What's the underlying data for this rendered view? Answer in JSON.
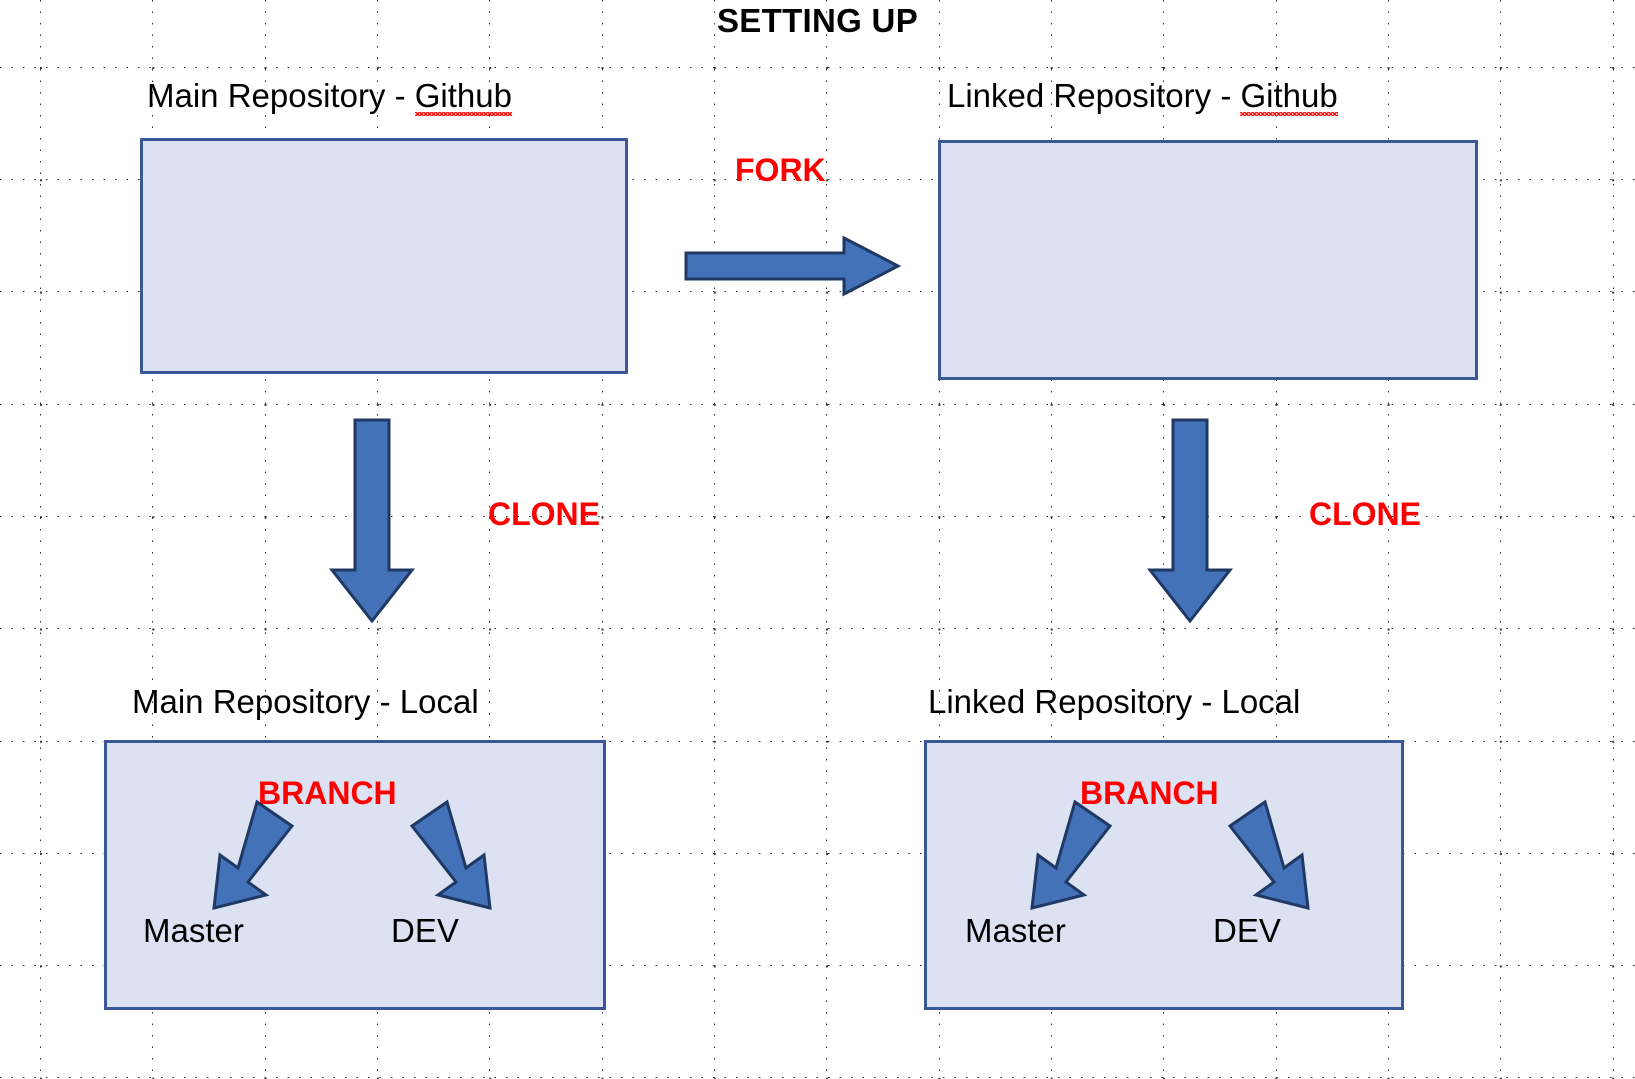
{
  "diagram": {
    "title": "SETTING UP",
    "type": "flow-diagram",
    "accent_blue_fill": "#4472b8",
    "accent_blue_stroke": "#1f3864",
    "box_fill": "#dce2f2",
    "box_stroke": "#3a5897",
    "label_red": "#ff0000",
    "text_black": "#000000"
  },
  "nodes": {
    "main_repo_github": {
      "caption_prefix": "Main Repository - ",
      "caption_suffix": "Github",
      "caption_full": "Main Repository - Github",
      "spellcheck_flag": true
    },
    "linked_repo_github": {
      "caption_prefix": "Linked Repository - ",
      "caption_suffix": "Github",
      "caption_full": "Linked Repository - Github",
      "spellcheck_flag": true
    },
    "main_repo_local": {
      "caption_full": "Main Repository - Local",
      "spellcheck_flag": false,
      "inner_label": "BRANCH",
      "branches": [
        "Master",
        "DEV"
      ]
    },
    "linked_repo_local": {
      "caption_full": "Linked Repository - Local",
      "spellcheck_flag": false,
      "inner_label": "BRANCH",
      "branches": [
        "Master",
        "DEV"
      ]
    }
  },
  "edges": {
    "fork": {
      "label": "FORK",
      "direction": "right",
      "from": "main_repo_github",
      "to": "linked_repo_github"
    },
    "clone_left": {
      "label": "CLONE",
      "direction": "down",
      "from": "main_repo_github",
      "to": "main_repo_local"
    },
    "clone_right": {
      "label": "CLONE",
      "direction": "down",
      "from": "linked_repo_github",
      "to": "linked_repo_local"
    },
    "branch_left_master": {
      "label": "",
      "direction": "down-left"
    },
    "branch_left_dev": {
      "label": "",
      "direction": "down-right"
    },
    "branch_right_master": {
      "label": "",
      "direction": "down-left"
    },
    "branch_right_dev": {
      "label": "",
      "direction": "down-right"
    }
  }
}
